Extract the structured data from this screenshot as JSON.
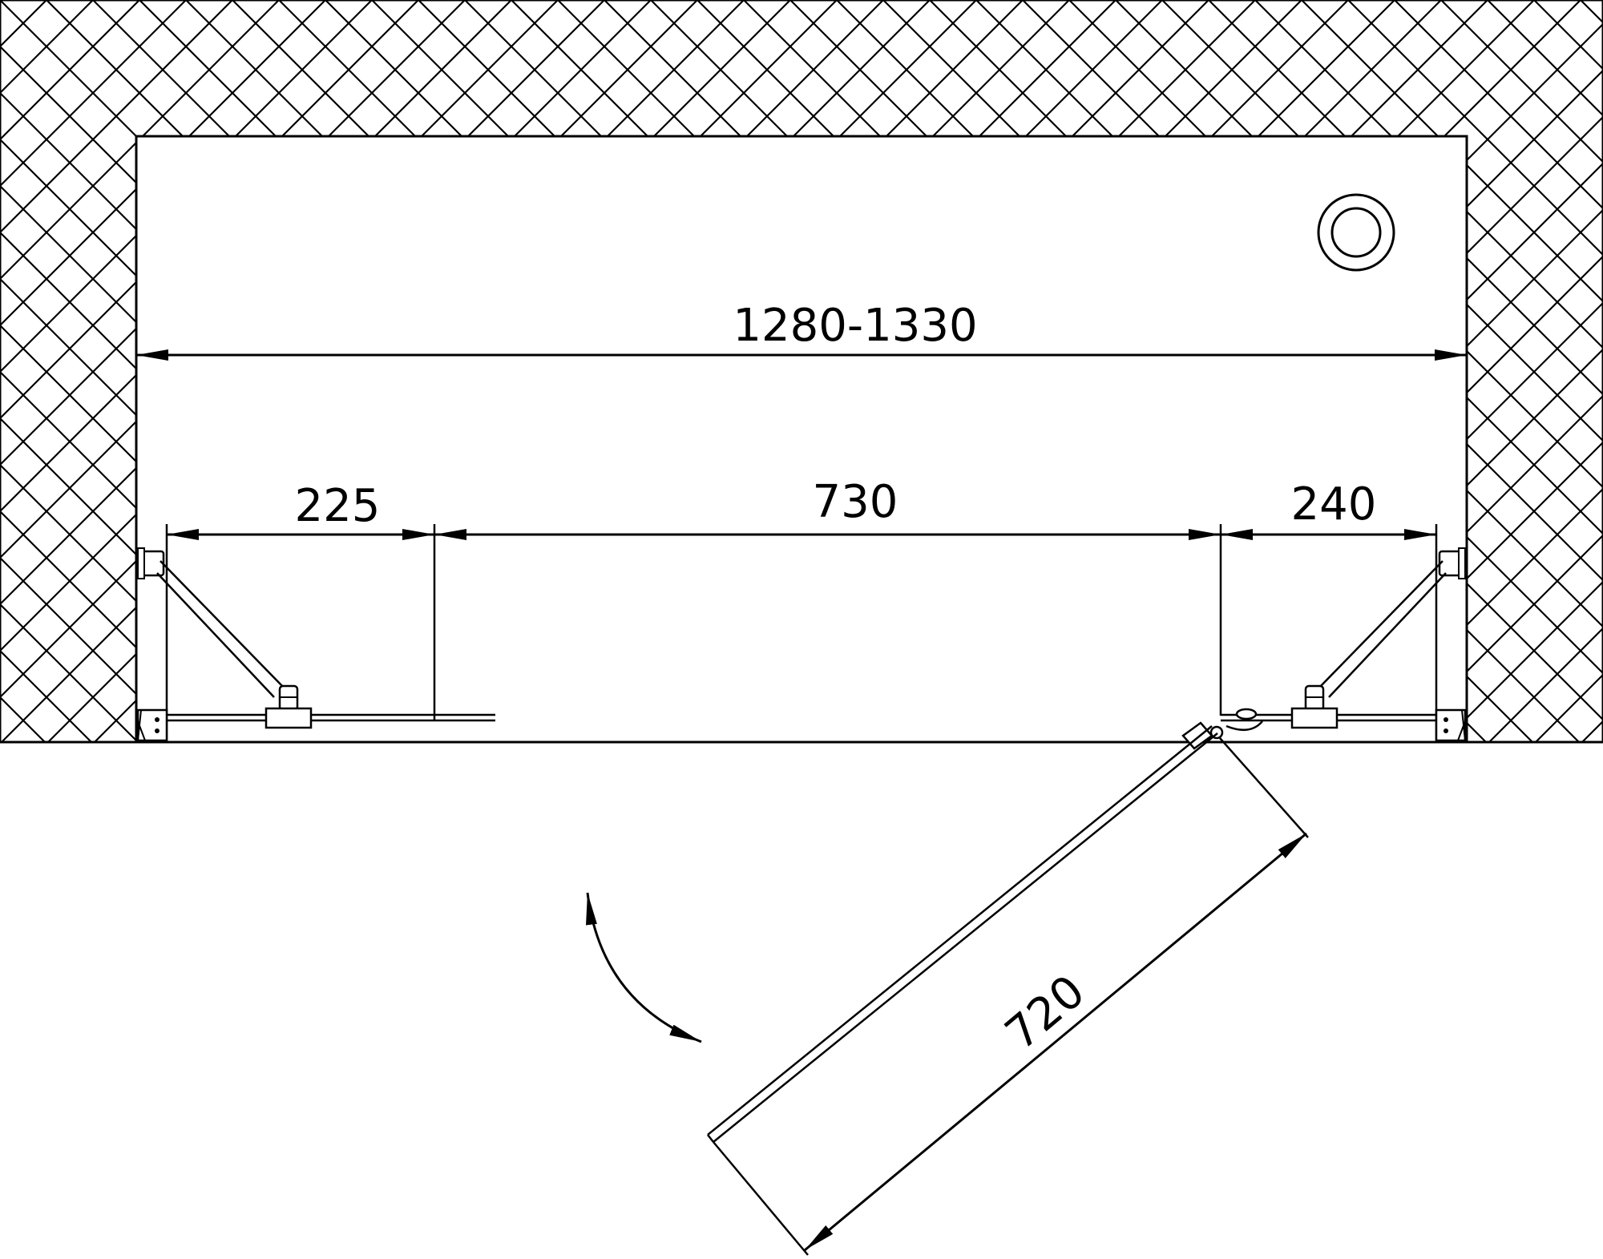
{
  "colors": {
    "line": "#000000",
    "background": "#ffffff",
    "hatch": "#000000"
  },
  "dimensions": {
    "overall_width": "1280-1330",
    "left_fixed_panel": "225",
    "door_opening": "730",
    "right_fixed_panel": "240",
    "door_leaf": "720"
  },
  "icons": {
    "drain": "drain-icon",
    "swing_arrow": "swing-arc-arrow-icon"
  }
}
